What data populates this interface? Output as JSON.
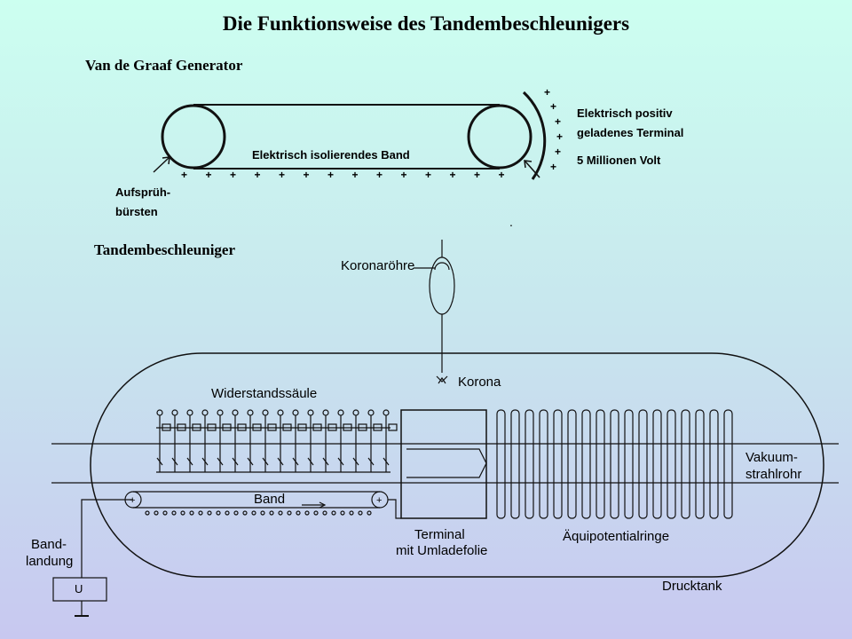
{
  "title": "Die Funktionsweise des Tandembeschleunigers",
  "vdg": {
    "heading": "Van de Graaf Generator",
    "band_label": "Elektrisch isolierendes Band",
    "brushes_label_1": "Aufsprüh-",
    "brushes_label_2": "bürsten",
    "terminal_label_1": "Elektrisch positiv",
    "terminal_label_2": "geladenes Terminal",
    "voltage_label": "5 Millionen Volt",
    "charge_symbol": "+"
  },
  "tandem": {
    "heading": "Tandembeschleuniger",
    "corona_tube": "Koronaröhre",
    "corona": "Korona",
    "resistor_column": "Widerstandssäule",
    "band": "Band",
    "terminal_1": "Terminal",
    "terminal_2": "mit Umladefolie",
    "rings": "Äquipotentialringe",
    "vacuum_1": "Vakuum-",
    "vacuum_2": "strahlrohr",
    "band_ground_1": "Band-",
    "band_ground_2": "landung",
    "voltmeter": "U",
    "tank": "Drucktank"
  }
}
